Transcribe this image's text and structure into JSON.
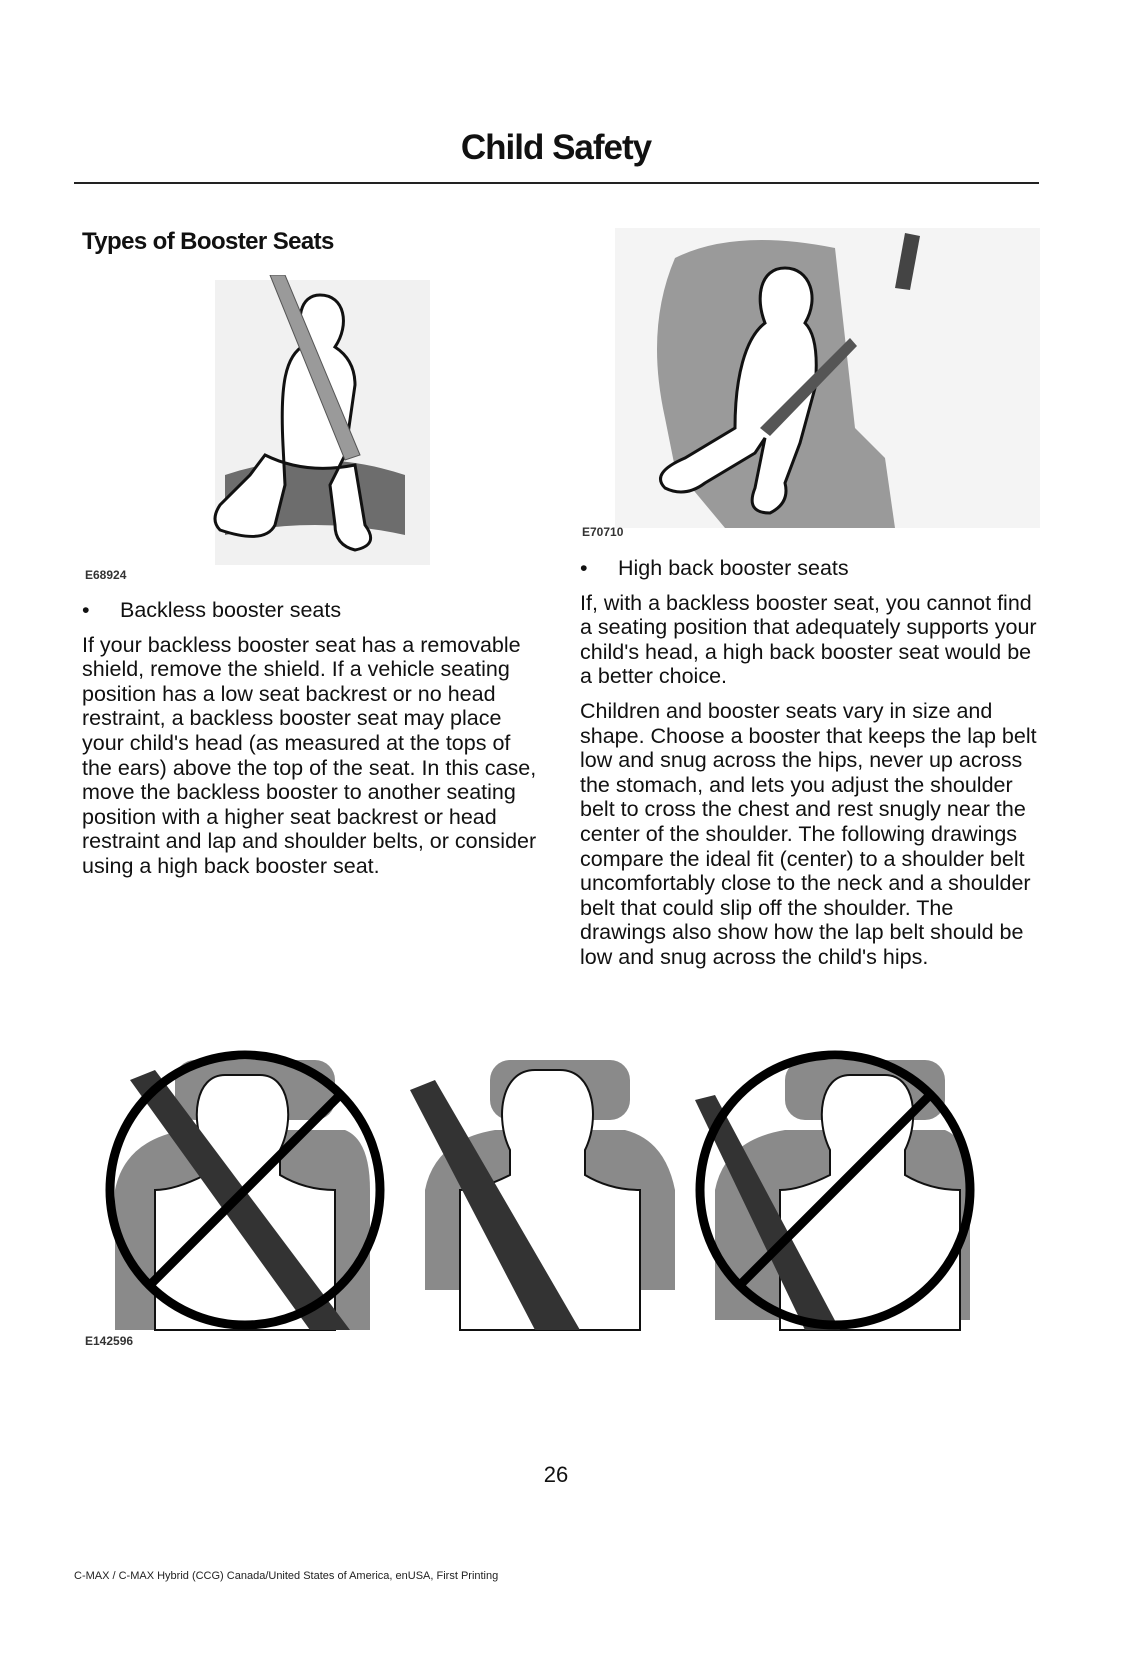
{
  "header": {
    "title": "Child Safety"
  },
  "section": {
    "heading": "Types of Booster Seats"
  },
  "left": {
    "figure_code": "E68924",
    "bullet": "Backless booster seats",
    "paragraphs": [
      "If your backless booster seat has a removable shield, remove the shield. If a vehicle seating position has a low seat backrest or no head restraint, a backless booster seat may place your child's head (as measured at the tops of the ears) above the top of the seat. In this case, move the backless booster to another seating position with a higher seat backrest or head restraint and lap and shoulder belts, or consider using a high back booster seat."
    ]
  },
  "right": {
    "figure_code": "E70710",
    "bullet": "High back booster seats",
    "paragraphs": [
      "If, with a backless booster seat, you cannot find a seating position that adequately supports your child's head, a high back booster seat would be a better choice.",
      "Children and booster seats vary in size and shape. Choose a booster that keeps the lap belt low and snug across the hips, never up across the stomach, and lets you adjust the shoulder belt to cross the chest and rest snugly near the center of the shoulder. The following drawings compare the ideal fit (center) to a shoulder belt uncomfortably close to the neck and a shoulder belt that could slip off the shoulder. The drawings also show how the lap belt should be low and snug across the child's hips."
    ]
  },
  "bottom_figure": {
    "figure_code": "E142596"
  },
  "page_number": "26",
  "footer": "C-MAX / C-MAX Hybrid (CCG) Canada/United States of America, enUSA, First Printing"
}
